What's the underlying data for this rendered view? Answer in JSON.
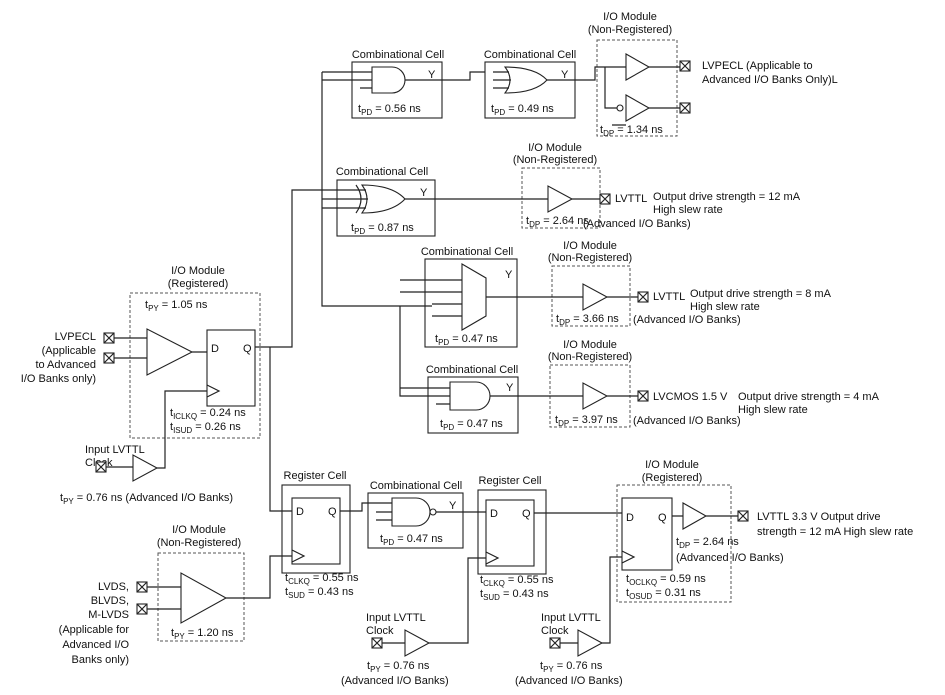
{
  "io_top": {
    "title": "I/O Module",
    "subtitle": "(Non-Registered)",
    "out_label_1": "LVPECL (Applicable to",
    "out_label_2": "Advanced I/O Banks Only)L",
    "t_sym": "t",
    "t_sub": "DP",
    "t_val": " = 1.34 ns"
  },
  "comb_and": {
    "title": "Combinational Cell",
    "y": "Y",
    "t_sym": "t",
    "t_sub": "PD",
    "t_val": " = 0.56 ns"
  },
  "comb_or": {
    "title": "Combinational Cell",
    "y": "Y",
    "t_sym": "t",
    "t_sub": "PD",
    "t_val": " = 0.49 ns"
  },
  "comb_xor": {
    "title": "Combinational Cell",
    "y": "Y",
    "t_sym": "t",
    "t_sub": "PD",
    "t_val": " = 0.87 ns"
  },
  "io_lvttl_12": {
    "title": "I/O Module",
    "subtitle": "(Non-Registered)",
    "std": "LVTTL",
    "drive": "Output drive strength = 12 mA",
    "slew": "High slew rate",
    "t_sym": "t",
    "t_sub": "DP",
    "t_val": " = 2.64 ns",
    "note": "(Advanced I/O Banks)"
  },
  "comb_mux": {
    "title": "Combinational Cell",
    "y": "Y",
    "t_sym": "t",
    "t_sub": "PD",
    "t_val": " = 0.47 ns"
  },
  "io_lvttl_8": {
    "title": "I/O Module",
    "subtitle": "(Non-Registered)",
    "std": "LVTTL",
    "drive": "Output drive strength = 8 mA",
    "slew": "High slew rate",
    "t_sym": "t",
    "t_sub": "DP",
    "t_val": " = 3.66 ns",
    "note": "(Advanced I/O Banks)"
  },
  "comb_and2": {
    "title": "Combinational Cell",
    "y": "Y",
    "t_sym": "t",
    "t_sub": "PD",
    "t_val": " = 0.47 ns"
  },
  "io_lvcmos": {
    "title": "I/O Module",
    "subtitle": "(Non-Registered)",
    "std": "LVCMOS 1.5 V",
    "drive": "Output drive strength = 4 mA",
    "slew": "High slew rate",
    "t_sym": "t",
    "t_sub": "DP",
    "t_val": " = 3.97 ns",
    "note": "(Advanced I/O Banks)"
  },
  "io_reg_in": {
    "title": "I/O Module",
    "subtitle": "(Registered)",
    "tpy_sym": "t",
    "tpy_sub": "PY",
    "tpy_val": " = 1.05 ns",
    "in_1": "LVPECL",
    "in_2": "(Applicable",
    "in_3": "to Advanced",
    "in_4": "I/O Banks only)",
    "d": "D",
    "q": "Q",
    "tclkq_sym": "t",
    "tclkq_sub": "ICLKQ",
    "tclkq_val": " = 0.24 ns",
    "tsud_sym": "t",
    "tsud_sub": "ISUD",
    "tsud_val": " = 0.26 ns"
  },
  "clk_in_1": {
    "label_1": "Input LVTTL",
    "label_2": "Clock",
    "tpy_sym": "t",
    "tpy_sub": "PY",
    "tpy_val": " = 0.76 ns (Advanced I/O Banks)"
  },
  "reg_cell_1": {
    "title": "Register Cell",
    "d": "D",
    "q": "Q",
    "tclkq_sym": "t",
    "tclkq_sub": "CLKQ",
    "tclkq_val": " = 0.55 ns",
    "tsud_sym": "t",
    "tsud_sub": "SUD",
    "tsud_val": " = 0.43 ns"
  },
  "comb_nand": {
    "title": "Combinational Cell",
    "y": "Y",
    "t_sym": "t",
    "t_sub": "PD",
    "t_val": " = 0.47 ns"
  },
  "reg_cell_2": {
    "title": "Register Cell",
    "d": "D",
    "q": "Q",
    "tclkq_sym": "t",
    "tclkq_sub": "CLKQ",
    "tclkq_val": " = 0.55 ns",
    "tsud_sym": "t",
    "tsud_sub": "SUD",
    "tsud_val": " = 0.43 ns"
  },
  "io_reg_out": {
    "title": "I/O Module",
    "subtitle": "(Registered)",
    "d": "D",
    "q": "Q",
    "out_1": "LVTTL 3.3 V Output drive",
    "out_2": "strength = 12 mA High slew rate",
    "tdp_sym": "t",
    "tdp_sub": "DP",
    "tdp_val": " = 2.64 ns",
    "note": "(Advanced I/O Banks)",
    "tclkq_sym": "t",
    "tclkq_sub": "OCLKQ",
    "tclkq_val": " = 0.59 ns",
    "tsud_sym": "t",
    "tsud_sub": "OSUD",
    "tsud_val": " = 0.31 ns"
  },
  "io_lvds": {
    "title": "I/O Module",
    "subtitle": "(Non-Registered)",
    "in_1": "LVDS,",
    "in_2": "BLVDS,",
    "in_3": "M-LVDS",
    "in_4": "(Applicable for",
    "in_5": "Advanced I/O",
    "in_6": "Banks only)",
    "tpy_sym": "t",
    "tpy_sub": "PY",
    "tpy_val": " = 1.20 ns"
  },
  "clk_in_2": {
    "label_1": "Input LVTTL",
    "label_2": "Clock",
    "tpy_sym": "t",
    "tpy_sub": "PY",
    "tpy_val": " = 0.76 ns",
    "note": "(Advanced I/O Banks)"
  },
  "clk_in_3": {
    "label_1": "Input LVTTL",
    "label_2": "Clock",
    "tpy_sym": "t",
    "tpy_sub": "PY",
    "tpy_val": " = 0.76 ns",
    "note": "(Advanced I/O Banks)"
  }
}
